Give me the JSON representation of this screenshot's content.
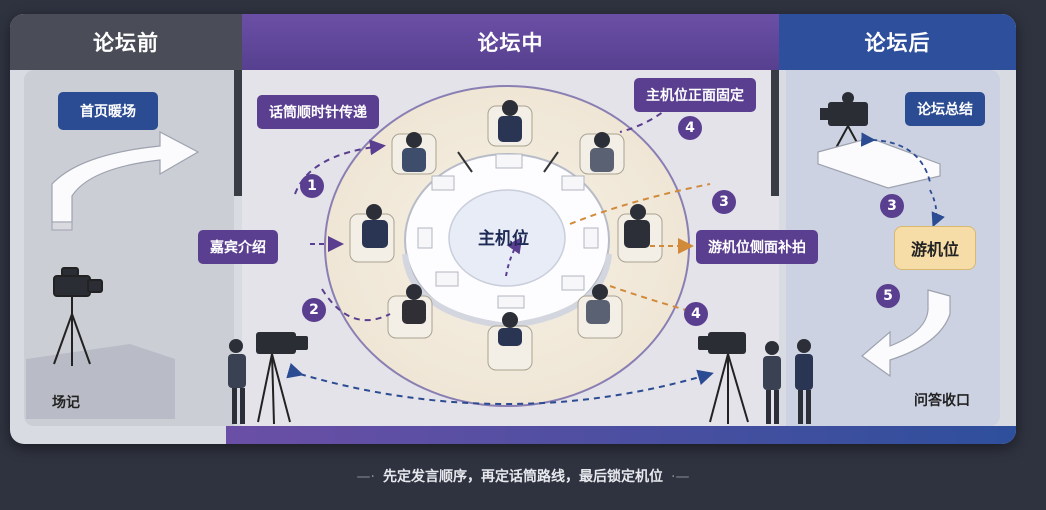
{
  "stages": {
    "before": "论坛前",
    "during": "论坛中",
    "after": "论坛后"
  },
  "labels": {
    "warmup": "首页暖场",
    "scene_record": "场记",
    "mic_pass": "话筒顺时针传递",
    "guest_intro": "嘉宾介绍",
    "main_position": "主机位",
    "main_fixed": "主机位正面固定",
    "roaming_side": "游机位侧面补拍",
    "summary": "论坛总结",
    "roaming": "游机位",
    "qa_close": "问答收口"
  },
  "steps": [
    "1",
    "2",
    "3",
    "4",
    "4",
    "3",
    "5"
  ],
  "caption": "先定发言顺序，再定话筒路线，最后锁定机位",
  "colors": {
    "purple": "#5a3e8f",
    "blue": "#2b4b92",
    "yellow": "#f6dda8"
  }
}
